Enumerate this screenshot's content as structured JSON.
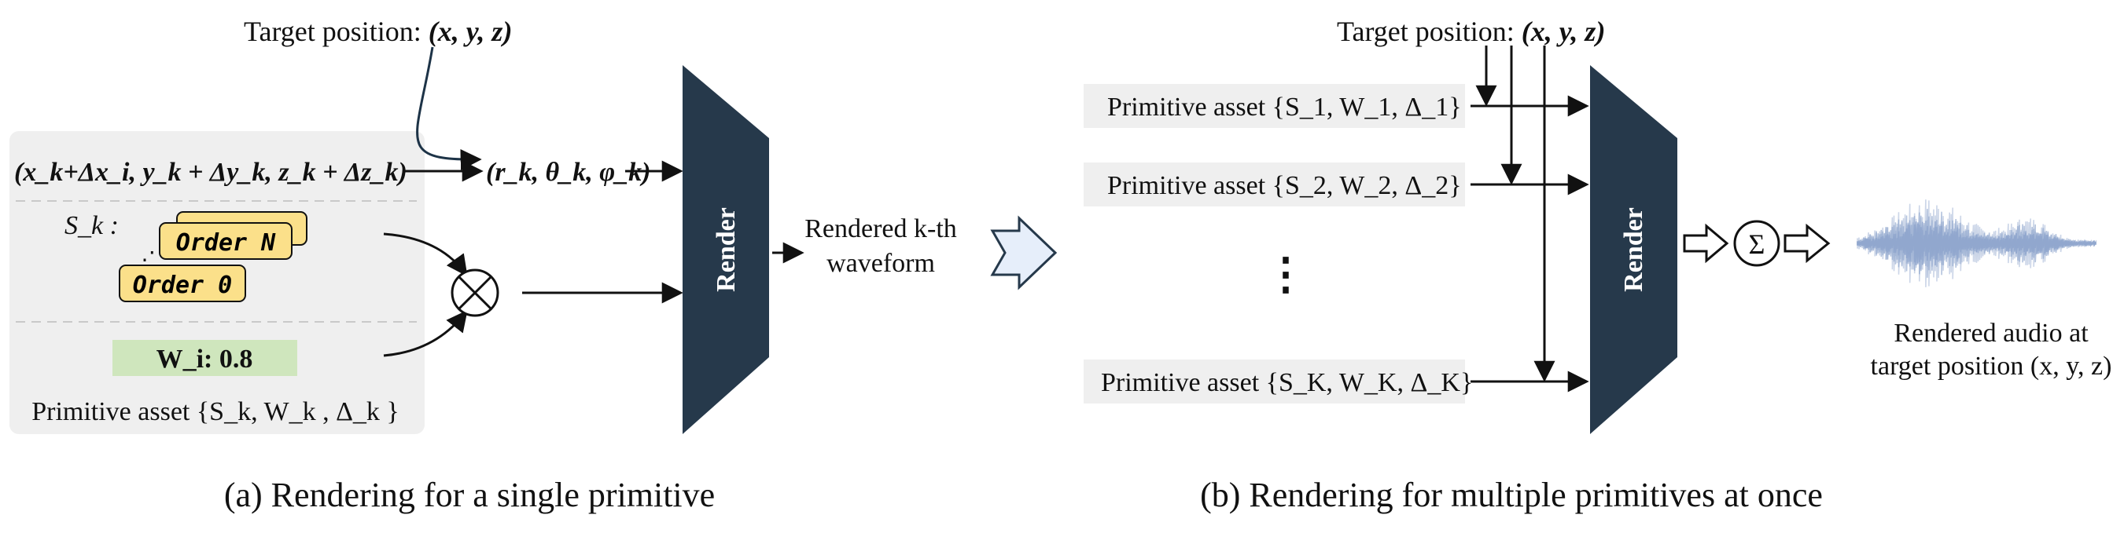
{
  "panel_a": {
    "target_label": "Target position: ",
    "target_xyz": "(x, y, z)",
    "offset_expr": "(x_k+Δx_i, y_k + Δy_k, z_k + Δz_k)",
    "polar_expr": "(r_k, θ_k, φ_k)",
    "sk_label": "S_k :",
    "order_top": "Order N",
    "order_bottom": "Order 0",
    "weight_label": "W_i: 0.8",
    "asset_label": "Primitive asset {S_k, W_k , Δ_k }",
    "multiply_symbol": "⊗",
    "render_label": "Render",
    "output_line1": "Rendered k-th",
    "output_line2": "waveform",
    "caption": "(a) Rendering for a single primitive"
  },
  "panel_b": {
    "target_label": "Target position: ",
    "target_xyz": "(x, y, z)",
    "assets": [
      "Primitive asset {S_1, W_1, Δ_1}",
      "Primitive asset {S_2, W_2, Δ_2}",
      "Primitive asset {S_K, W_K, Δ_K}"
    ],
    "ellipsis": "⋮",
    "render_label": "Render",
    "sum_symbol": "Σ",
    "output_line1": "Rendered audio at",
    "output_line2": "target position (x, y, z)",
    "caption": "(b) Rendering for multiple primitives at once"
  },
  "colors": {
    "render_block": "#26394b",
    "panel_bg": "#efefef",
    "order_box": "#fbe08a",
    "weight_box": "#cfe6bd",
    "big_arrow_fill": "#e6eefa",
    "waveform": "#8ea5cc"
  }
}
